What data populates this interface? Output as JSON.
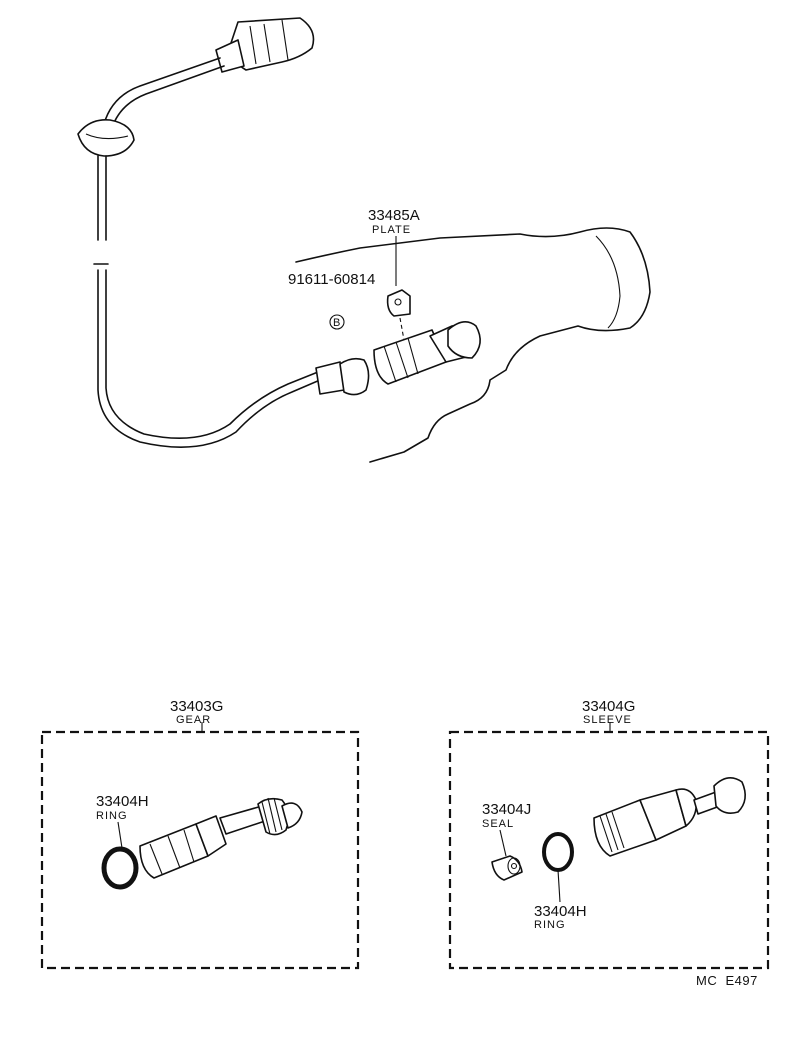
{
  "diagram_code": "MC  E497",
  "upper": {
    "plate": {
      "part_no": "33485A",
      "name": "PLATE"
    },
    "bolt": {
      "part_no": "91611-60814",
      "marker": "B"
    }
  },
  "gear_kit": {
    "part_no": "33403G",
    "name": "GEAR",
    "ring": {
      "part_no": "33404H",
      "name": "RING"
    }
  },
  "sleeve_kit": {
    "part_no": "33404G",
    "name": "SLEEVE",
    "seal": {
      "part_no": "33404J",
      "name": "SEAL"
    },
    "ring": {
      "part_no": "33404H",
      "name": "RING"
    }
  }
}
